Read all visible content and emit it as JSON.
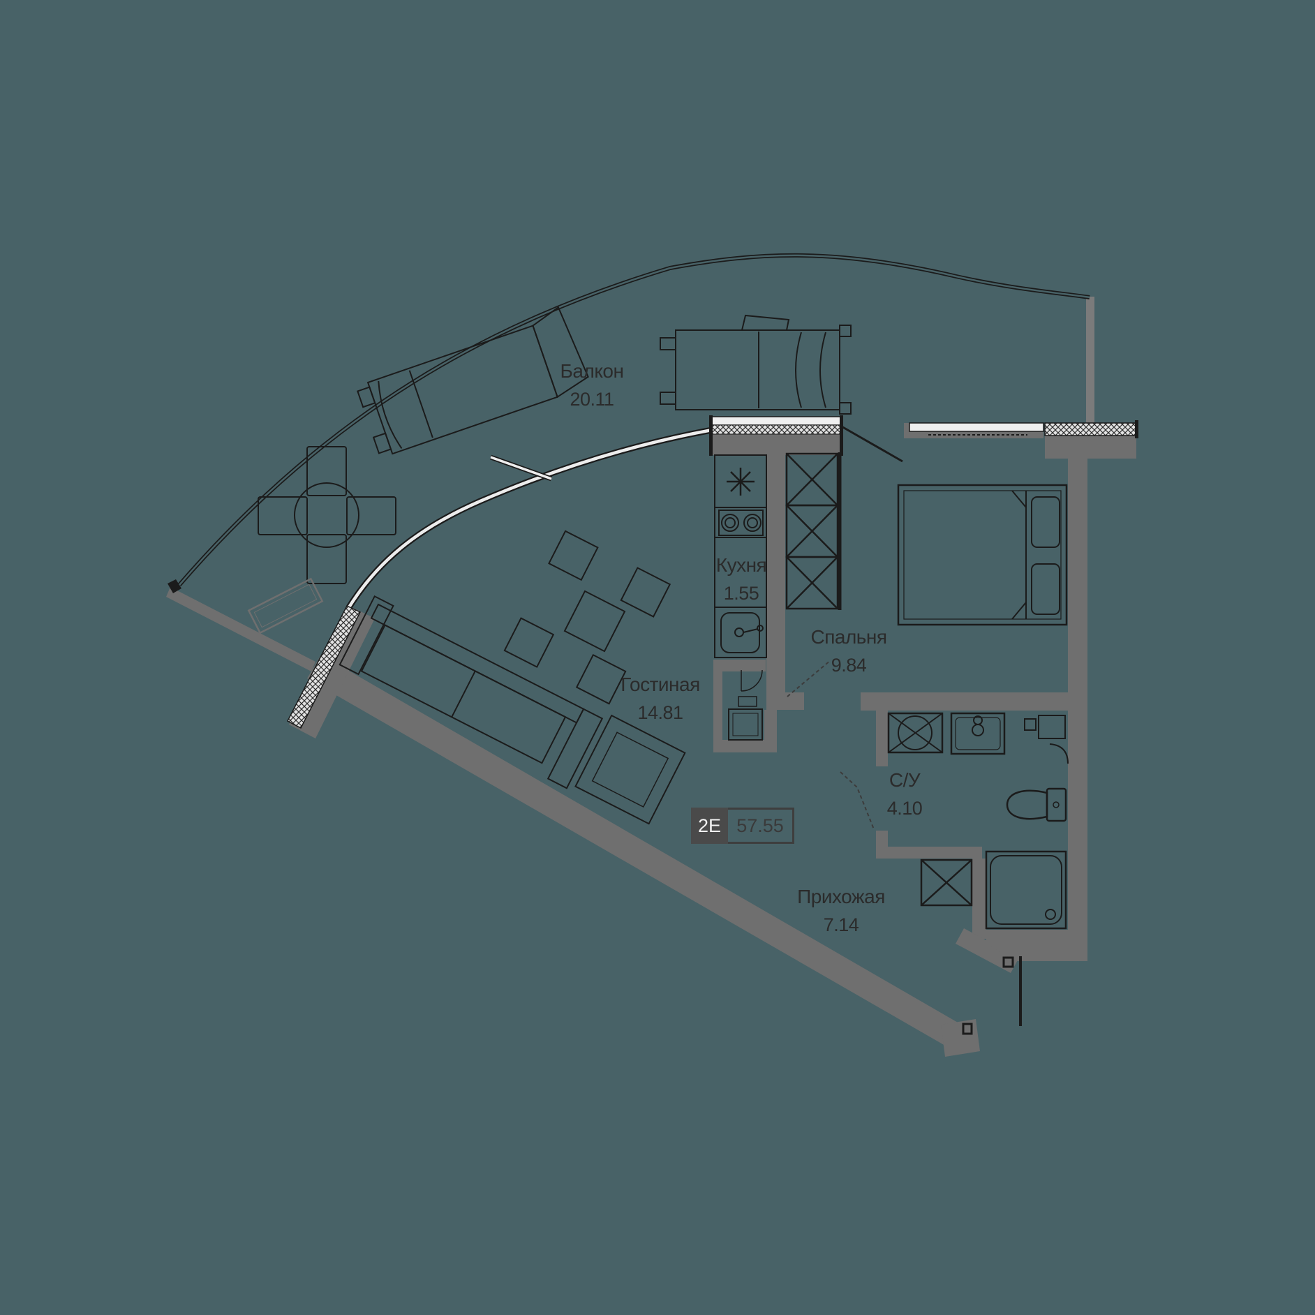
{
  "plan": {
    "badge": {
      "type": "2Е",
      "area": "57.55"
    },
    "rooms": [
      {
        "id": "balcony",
        "name": "Балкон",
        "area": "20.11"
      },
      {
        "id": "kitchen",
        "name": "Кухня",
        "area": "1.55"
      },
      {
        "id": "bedroom",
        "name": "Спальня",
        "area": "9.84"
      },
      {
        "id": "living",
        "name": "Гостиная",
        "area": "14.81"
      },
      {
        "id": "bathroom",
        "name": "С/У",
        "area": "4.10"
      },
      {
        "id": "hallway",
        "name": "Прихожая",
        "area": "7.14"
      }
    ],
    "colors": {
      "background": "#486267",
      "wall_fill": "#6f6f6f",
      "line": "#1b1b1b",
      "glazing": "#efefef",
      "hatch_bg": "#e3e3e3",
      "badge_dark": "#4a4a4a",
      "badge_border": "#3e3e3e",
      "label_text": "#2b2b2b"
    }
  }
}
